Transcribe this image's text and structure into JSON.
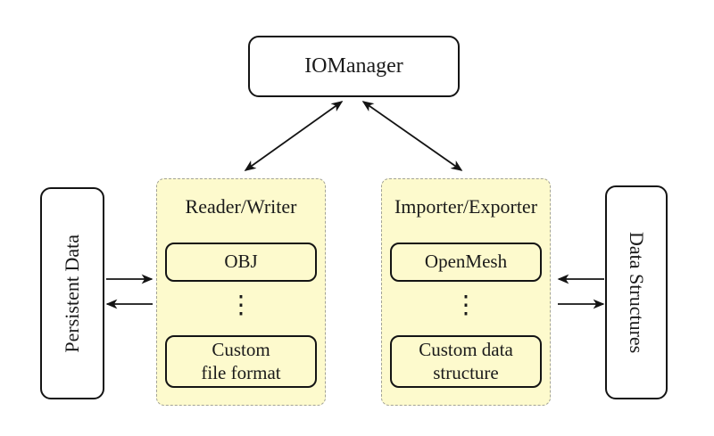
{
  "io_manager": {
    "label": "IOManager"
  },
  "left_panel": {
    "title": "Reader/Writer",
    "top_box": "OBJ",
    "ellipsis": "⋮",
    "bottom_box": "Custom\nfile format"
  },
  "right_panel": {
    "title": "Importer/Exporter",
    "top_box": "OpenMesh",
    "ellipsis": "⋮",
    "bottom_box": "Custom data\nstructure"
  },
  "left_box": {
    "label": "Persistent Data"
  },
  "right_box": {
    "label": "Data Structures"
  },
  "colors": {
    "background": "#FFFFFF",
    "panel_fill": "#FDFACD",
    "panel_border": "#A3A396",
    "box_fill": "#FFFFFF",
    "box_border": "#141414",
    "arrow_color": "#141414",
    "text_color": "#1A1A1A"
  }
}
